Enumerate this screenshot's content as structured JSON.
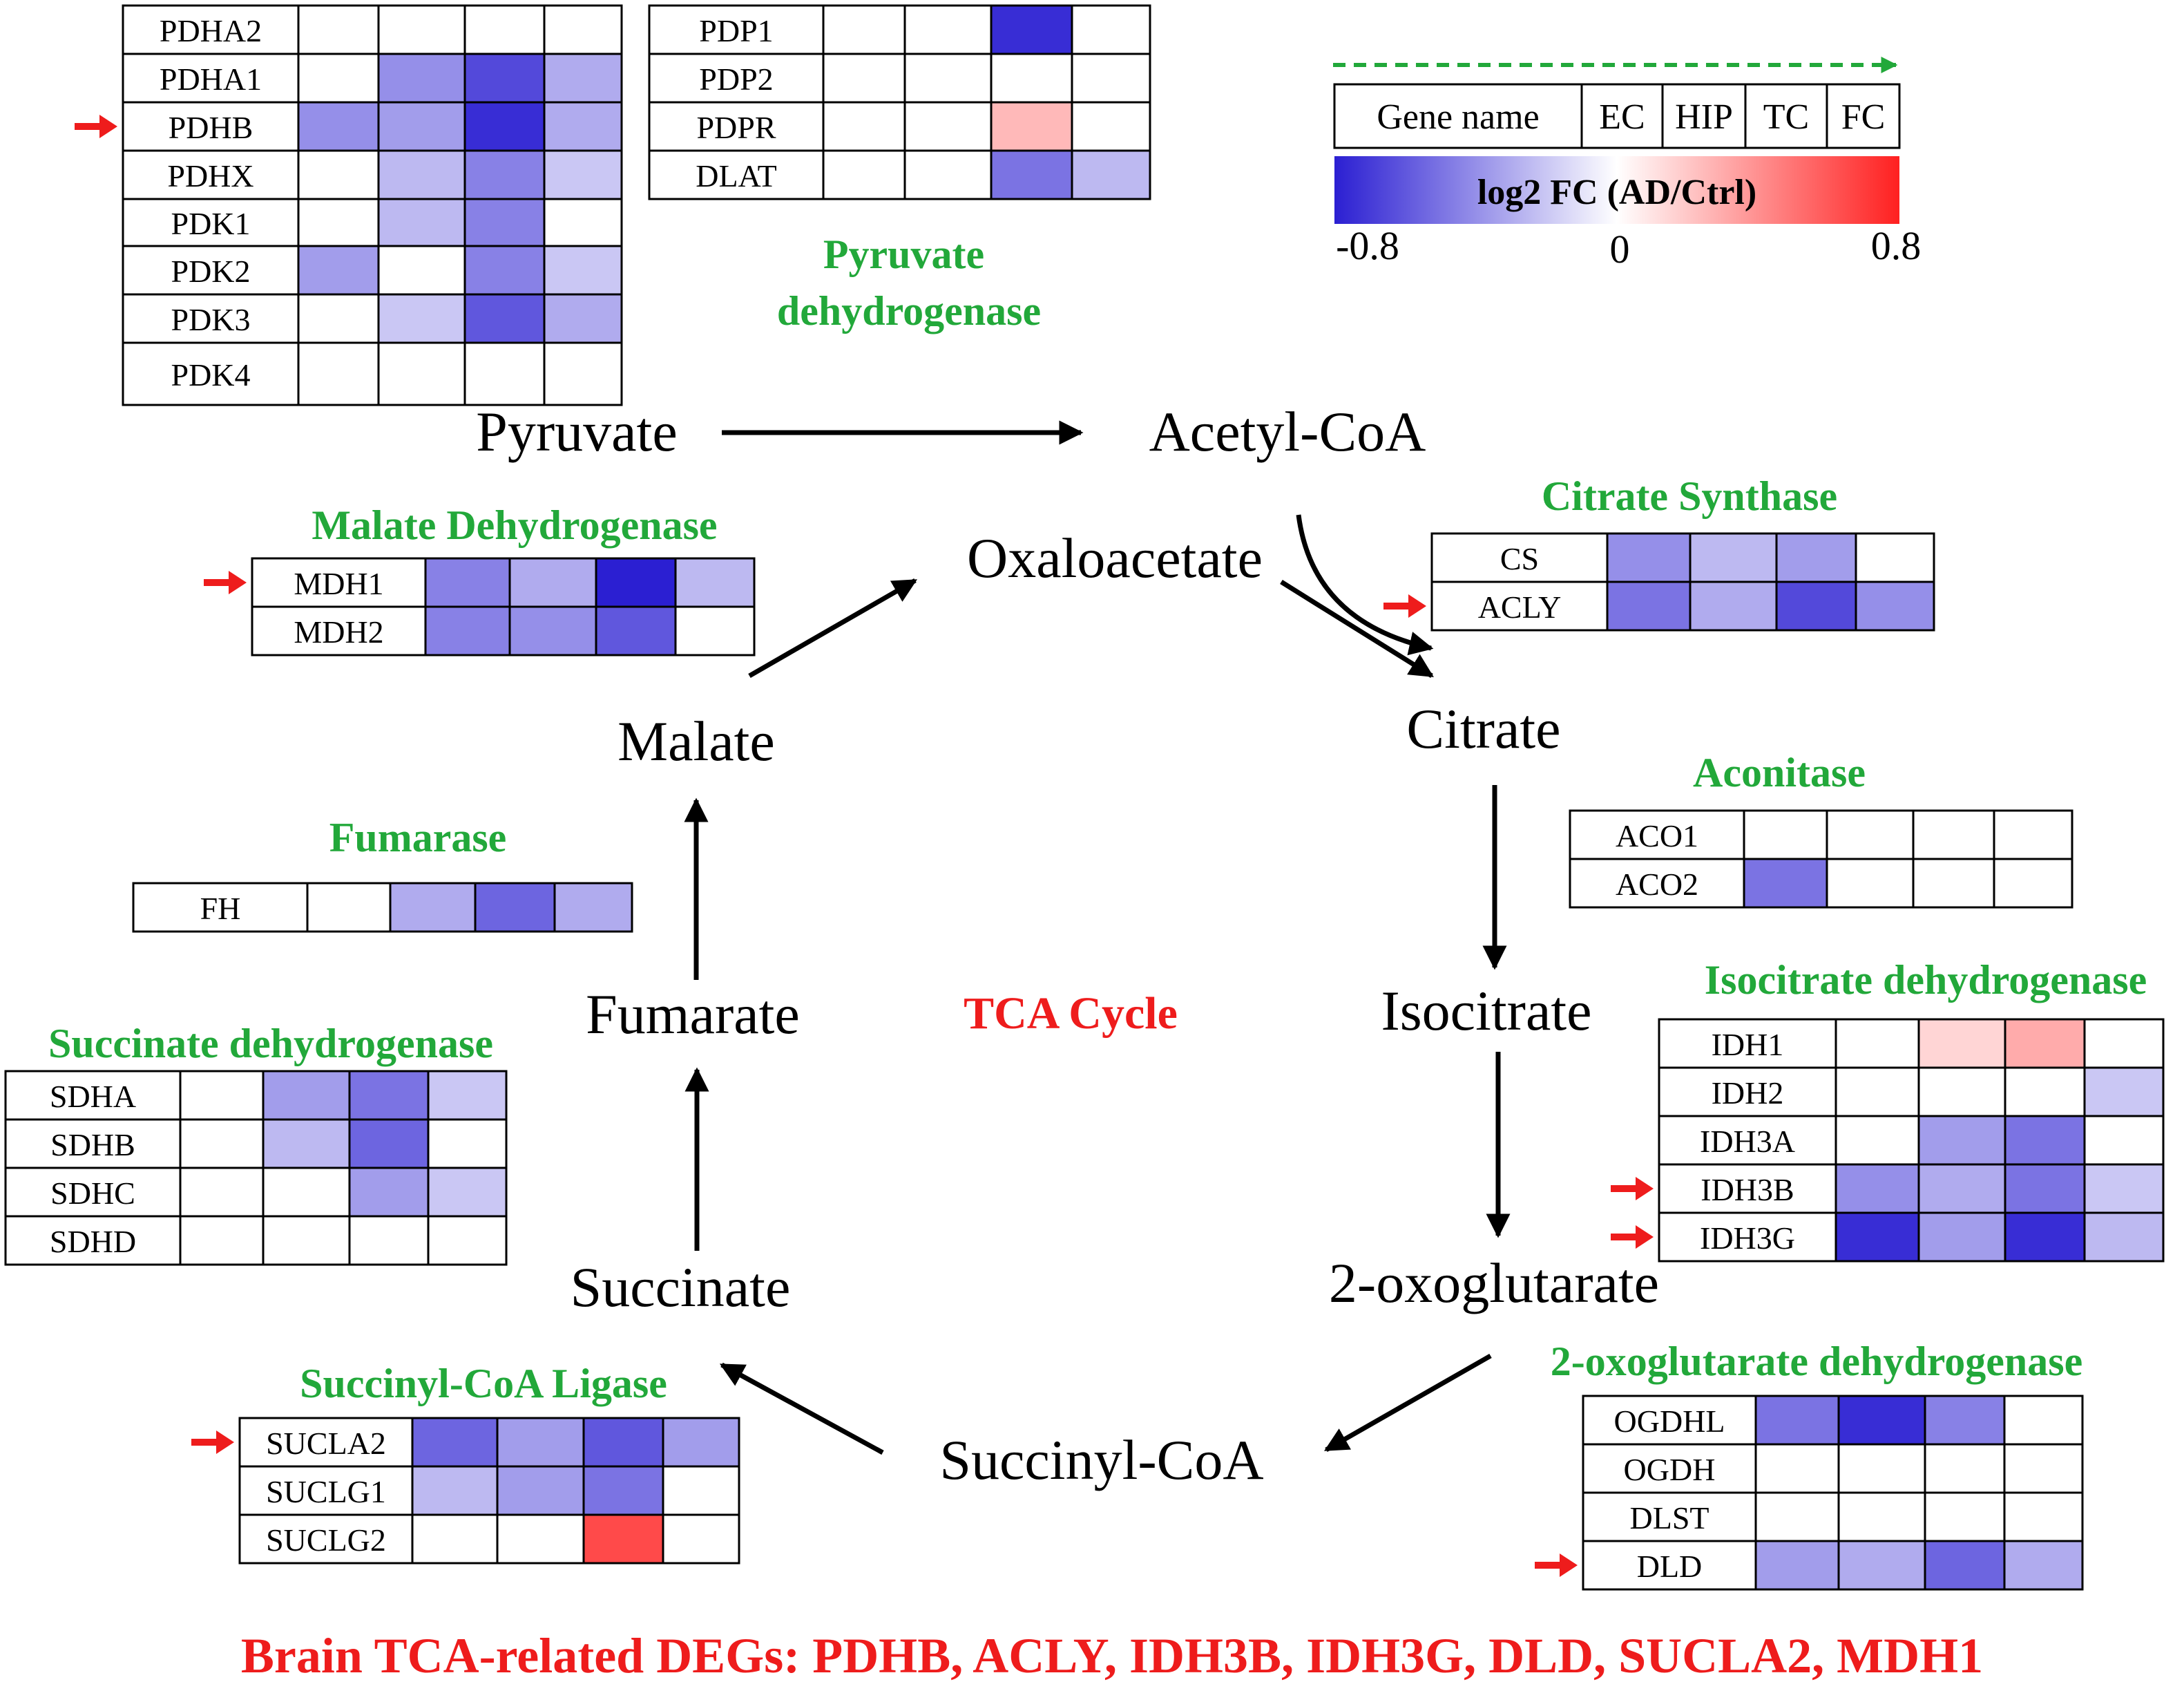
{
  "colors": {
    "low": "#2b1fd2",
    "mid": "#ffffff",
    "high": "#ff2020",
    "label_green": "#22a83a",
    "label_red": "#ee1c1c",
    "arrow": "#000000",
    "marker": "#ee1c1c"
  },
  "legend": {
    "header": [
      "Gene name",
      "EC",
      "HIP",
      "TC",
      "FC"
    ],
    "scale_label": "log2 FC (AD/Ctrl)",
    "ticks": [
      "-0.8",
      "0",
      "0.8"
    ],
    "min": -0.8,
    "max": 0.8
  },
  "metabolites": [
    "Pyruvate",
    "Acetyl-CoA",
    "Oxaloacetate",
    "Citrate",
    "Isocitrate",
    "2-oxoglutarate",
    "Succinyl-CoA",
    "Succinate",
    "Fumarate",
    "Malate"
  ],
  "cycle_label": "TCA Cycle",
  "footer": "Brain TCA-related DEGs: PDHB, ACLY, IDH3B, IDH3G, DLD, SUCLA2, MDH1",
  "enzyme_groups": [
    {
      "title": "",
      "genes": [
        {
          "name": "PDHA2",
          "values": [
            0,
            0,
            0,
            0
          ]
        },
        {
          "name": "PDHA1",
          "values": [
            0,
            -0.4,
            -0.65,
            -0.3
          ]
        },
        {
          "name": "PDHB",
          "values": [
            -0.4,
            -0.35,
            -0.75,
            -0.3
          ],
          "deg": true
        },
        {
          "name": "PDHX",
          "values": [
            0,
            -0.25,
            -0.45,
            -0.2
          ]
        },
        {
          "name": "PDK1",
          "values": [
            0,
            -0.25,
            -0.45,
            0
          ]
        },
        {
          "name": "PDK2",
          "values": [
            -0.35,
            0,
            -0.45,
            -0.2
          ]
        },
        {
          "name": "PDK3",
          "values": [
            0,
            -0.2,
            -0.6,
            -0.3
          ]
        },
        {
          "name": "PDK4",
          "values": [
            0,
            0,
            0,
            0
          ]
        }
      ]
    },
    {
      "title": "Pyruvate dehydrogenase",
      "genes": [
        {
          "name": "PDP1",
          "values": [
            0,
            0,
            -0.75,
            0
          ]
        },
        {
          "name": "PDP2",
          "values": [
            0,
            0,
            0,
            0
          ]
        },
        {
          "name": "PDPR",
          "values": [
            0,
            0,
            0.25,
            0
          ]
        },
        {
          "name": "DLAT",
          "values": [
            0,
            0,
            -0.5,
            -0.25
          ]
        }
      ]
    },
    {
      "title": "Citrate Synthase",
      "genes": [
        {
          "name": "CS",
          "values": [
            -0.4,
            -0.25,
            -0.35,
            0
          ]
        },
        {
          "name": "ACLY",
          "values": [
            -0.5,
            -0.3,
            -0.65,
            -0.4
          ],
          "deg": true
        }
      ]
    },
    {
      "title": "Aconitase",
      "genes": [
        {
          "name": "ACO1",
          "values": [
            0,
            0,
            0,
            0
          ]
        },
        {
          "name": "ACO2",
          "values": [
            -0.5,
            0,
            0,
            0
          ]
        }
      ]
    },
    {
      "title": "Isocitrate dehydrogenase",
      "genes": [
        {
          "name": "IDH1",
          "values": [
            0,
            0.15,
            0.3,
            0
          ]
        },
        {
          "name": "IDH2",
          "values": [
            0,
            0,
            0,
            -0.2
          ]
        },
        {
          "name": "IDH3A",
          "values": [
            0,
            -0.35,
            -0.5,
            0
          ]
        },
        {
          "name": "IDH3B",
          "values": [
            -0.4,
            -0.3,
            -0.5,
            -0.2
          ],
          "deg": true
        },
        {
          "name": "IDH3G",
          "values": [
            -0.75,
            -0.35,
            -0.75,
            -0.25
          ],
          "deg": true
        }
      ]
    },
    {
      "title": "2-oxoglutarate dehydrogenase",
      "genes": [
        {
          "name": "OGDHL",
          "values": [
            -0.5,
            -0.75,
            -0.45,
            0
          ]
        },
        {
          "name": "OGDH",
          "values": [
            0,
            0,
            0,
            0
          ]
        },
        {
          "name": "DLST",
          "values": [
            0,
            0,
            0,
            0
          ]
        },
        {
          "name": "DLD",
          "values": [
            -0.35,
            -0.3,
            -0.55,
            -0.3
          ],
          "deg": true
        }
      ]
    },
    {
      "title": "Succinyl-CoA Ligase",
      "genes": [
        {
          "name": "SUCLA2",
          "values": [
            -0.55,
            -0.35,
            -0.6,
            -0.35
          ],
          "deg": true
        },
        {
          "name": "SUCLG1",
          "values": [
            -0.25,
            -0.35,
            -0.5,
            0
          ]
        },
        {
          "name": "SUCLG2",
          "values": [
            0,
            0,
            0.65,
            0
          ]
        }
      ]
    },
    {
      "title": "Succinate dehydrogenase",
      "genes": [
        {
          "name": "SDHA",
          "values": [
            0,
            -0.35,
            -0.5,
            -0.2
          ]
        },
        {
          "name": "SDHB",
          "values": [
            0,
            -0.25,
            -0.55,
            0
          ]
        },
        {
          "name": "SDHC",
          "values": [
            0,
            0,
            -0.35,
            -0.2
          ]
        },
        {
          "name": "SDHD",
          "values": [
            0,
            0,
            0,
            0
          ]
        }
      ]
    },
    {
      "title": "Fumarase",
      "genes": [
        {
          "name": "FH",
          "values": [
            0,
            -0.3,
            -0.55,
            -0.3
          ]
        }
      ]
    },
    {
      "title": "Malate Dehydrogenase",
      "genes": [
        {
          "name": "MDH1",
          "values": [
            -0.45,
            -0.3,
            -0.8,
            -0.25
          ],
          "deg": true
        },
        {
          "name": "MDH2",
          "values": [
            -0.45,
            -0.4,
            -0.6,
            0
          ]
        }
      ]
    }
  ]
}
